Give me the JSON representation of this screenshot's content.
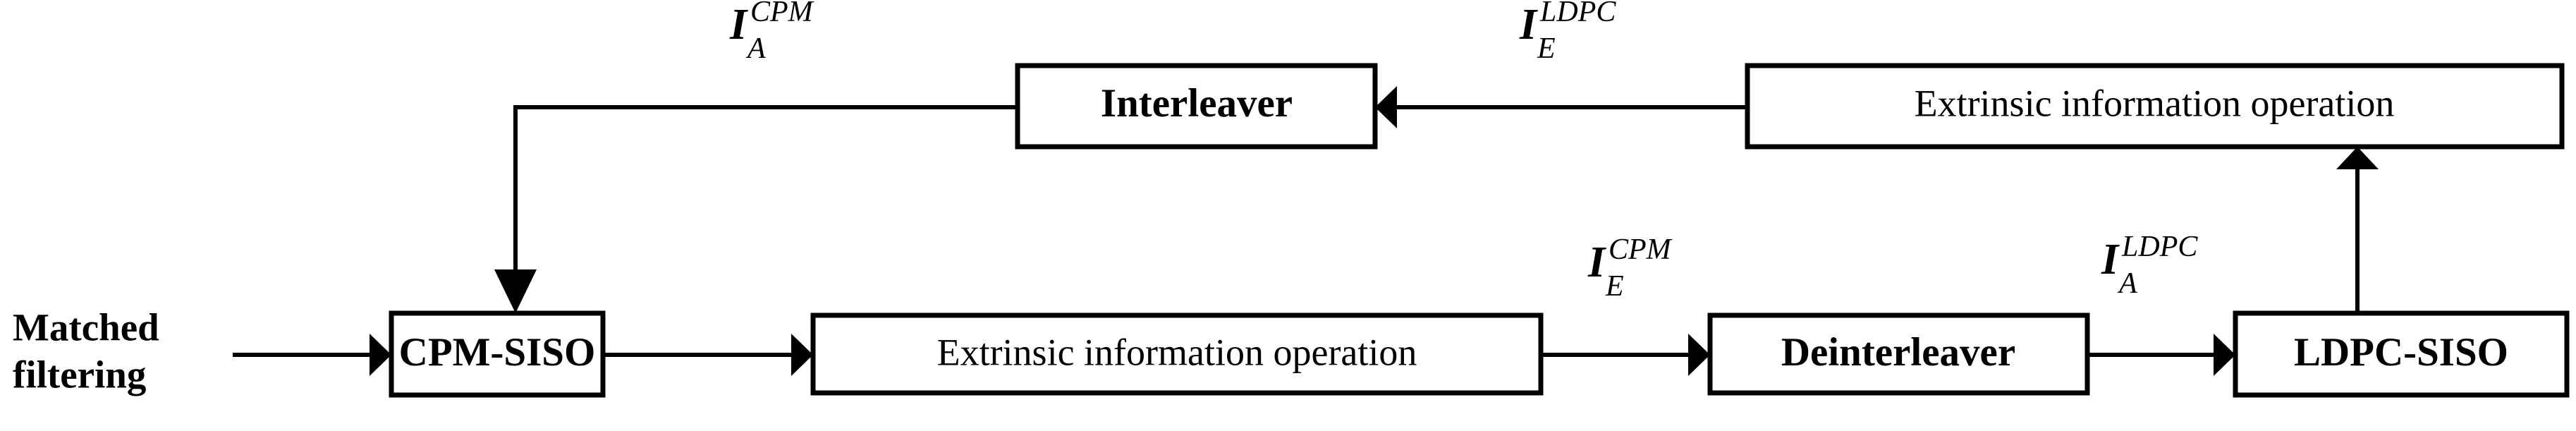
{
  "diagram": {
    "title": "Iterative CPM-LDPC receiver block diagram",
    "background_color": "#ffffff",
    "line_color": "#000000",
    "input_label": {
      "line1": "Matched",
      "line2": "filtering"
    },
    "blocks": [
      {
        "id": "cpm-siso",
        "label": "CPM-SISO",
        "weight": "bold",
        "row": "bottom"
      },
      {
        "id": "ext-info-bottom",
        "label": "Extrinsic information operation",
        "weight": "plain",
        "row": "bottom"
      },
      {
        "id": "deinterleaver",
        "label": "Deinterleaver",
        "weight": "bold",
        "row": "bottom"
      },
      {
        "id": "ldpc-siso",
        "label": "LDPC-SISO",
        "weight": "bold",
        "row": "bottom"
      },
      {
        "id": "interleaver",
        "label": "Interleaver",
        "weight": "bold",
        "row": "top"
      },
      {
        "id": "ext-info-top",
        "label": "Extrinsic information operation",
        "weight": "plain",
        "row": "top"
      }
    ],
    "signal_labels": [
      {
        "id": "ia-cpm",
        "base": "I",
        "sup": "CPM",
        "sub": "A",
        "on_edge": "interleaver-to-cpm-siso"
      },
      {
        "id": "ie-ldpc",
        "base": "I",
        "sup": "LDPC",
        "sub": "E",
        "on_edge": "ext-info-top-to-interleaver"
      },
      {
        "id": "ie-cpm",
        "base": "I",
        "sup": "CPM",
        "sub": "E",
        "on_edge": "cpm-siso-to-ext-info-bottom"
      },
      {
        "id": "ia-ldpc",
        "base": "I",
        "sup": "LDPC",
        "sub": "A",
        "on_edge": "ext-info-bottom-to-deinterleaver"
      }
    ],
    "edges": [
      {
        "id": "input-to-cpm-siso",
        "from": "matched-filtering",
        "to": "cpm-siso",
        "direction": "right"
      },
      {
        "id": "cpm-siso-to-ext-info-bottom",
        "from": "cpm-siso",
        "to": "ext-info-bottom",
        "direction": "right"
      },
      {
        "id": "ext-info-bottom-to-deinterleaver",
        "from": "ext-info-bottom",
        "to": "deinterleaver",
        "direction": "right"
      },
      {
        "id": "deinterleaver-to-ldpc-siso",
        "from": "deinterleaver",
        "to": "ldpc-siso",
        "direction": "right"
      },
      {
        "id": "ldpc-siso-to-ext-info-top",
        "from": "ldpc-siso",
        "to": "ext-info-top",
        "direction": "up"
      },
      {
        "id": "ext-info-top-to-interleaver",
        "from": "ext-info-top",
        "to": "interleaver",
        "direction": "left"
      },
      {
        "id": "interleaver-to-cpm-siso",
        "from": "interleaver",
        "to": "cpm-siso",
        "direction": "left-then-down"
      }
    ]
  }
}
